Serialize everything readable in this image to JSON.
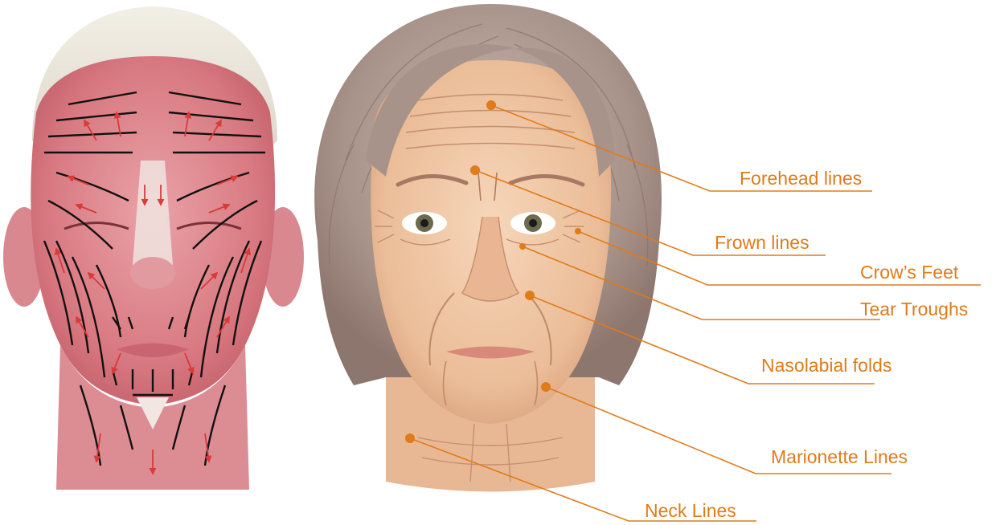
{
  "labels": {
    "forehead": "Forehead lines",
    "frown": "Frown lines",
    "crows_feet": "Crow’s Feet",
    "tear_troughs": "Tear Troughs",
    "nasolabial": "Nasolabial folds",
    "marionette": "Marionette Lines",
    "neck": "Neck Lines"
  },
  "colors": {
    "accent": "#e07b1a",
    "muscle": "#d97a82",
    "muscle_dark": "#b8505c",
    "skin": "#f1c8a6",
    "hair": "#a39088",
    "arrow": "#d93a3a"
  }
}
